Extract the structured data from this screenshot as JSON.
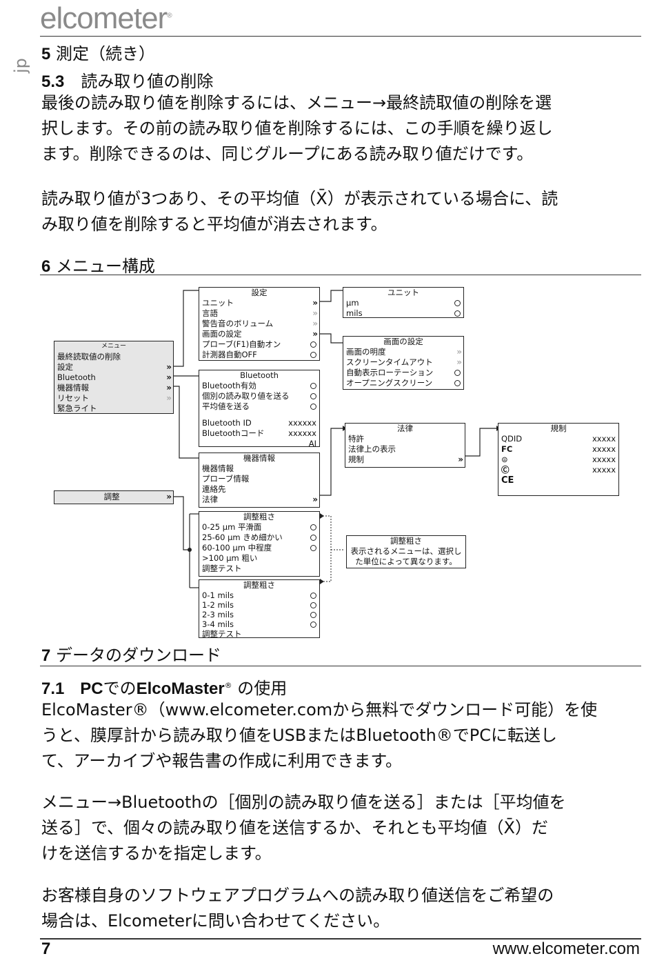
{
  "brand": {
    "logo": "elcometer",
    "reg": "®",
    "lang_tab": "jp"
  },
  "header": {
    "section_num": "5",
    "section_title": " 測定（続き）"
  },
  "s53": {
    "num": "5.3",
    "title": "　読み取り値の削除",
    "para1": [
      "最後の読み取り値を削除するには、メニュー→最終読取値の削除を選",
      "択します。その前の読み取り値を削除するには、この手順を繰り返し",
      "ます。削除できるのは、同じグループにある読み取り値だけです。"
    ],
    "para2": [
      "読み取り値が3つあり、その平均値（X̄）が表示されている場合に、読",
      "み取り値を削除すると平均値が消去されます。"
    ]
  },
  "s6": {
    "num": "6",
    "title": " メニュー構成"
  },
  "menu": {
    "main": {
      "title": "メニュー",
      "items": [
        "最終読取値の削除",
        "設定",
        "Bluetooth",
        "機器情報",
        "リセット",
        "緊急ライト"
      ]
    },
    "adjust": {
      "title": "調整"
    },
    "settings": {
      "title": "設定",
      "items": [
        "ユニット",
        "言語",
        "警告音のボリューム",
        "画面の設定",
        "プローブ(F1)自動オン",
        "計測器自動OFF"
      ]
    },
    "units": {
      "title": "ユニット",
      "items": [
        "μm",
        "mils"
      ]
    },
    "display": {
      "title": "画面の設定",
      "items": [
        "画面の明度",
        "スクリーンタイムアウト",
        "自動表示ローテーション",
        "オープニングスクリーン"
      ]
    },
    "bluetooth": {
      "title": "Bluetooth",
      "items": [
        "Bluetooth有効",
        "個別の読み取り値を送る",
        "平均値を送る"
      ],
      "id_label": "Bluetooth ID",
      "id_value": "xxxxxx",
      "code_label": "Bluetoothコード",
      "code_value": "xxxxxx",
      "code_ai": "AI"
    },
    "instrument": {
      "title": "機器情報",
      "items": [
        "機器情報",
        "プローブ情報",
        "連絡先",
        "法律"
      ]
    },
    "legal": {
      "title": "法律",
      "items": [
        "特許",
        "法律上の表示",
        "規制"
      ]
    },
    "regulatory": {
      "title": "規制",
      "items": [
        {
          "label": "QDID",
          "value": "xxxxx"
        },
        {
          "label": "FC",
          "value": "xxxxx"
        },
        {
          "label": "⊜",
          "value": "xxxxx"
        },
        {
          "label": "Ⓒ",
          "value": "xxxxx"
        },
        {
          "label": "CE",
          "value": ""
        }
      ]
    },
    "rough_um": {
      "title": "調整粗さ",
      "items": [
        {
          "label": "0-25 μm",
          "desc": "平滑面"
        },
        {
          "label": "25-60 μm",
          "desc": "きめ細かい"
        },
        {
          "label": "60-100 μm",
          "desc": "中程度"
        },
        {
          "label": ">100 μm",
          "desc": "粗い"
        }
      ],
      "test": "調整テスト"
    },
    "rough_mils": {
      "title": "調整粗さ",
      "items": [
        "0-1 mils",
        "1-2 mils",
        "2-3 mils",
        "3-4 mils"
      ],
      "test": "調整テスト"
    },
    "note": {
      "title": "調整粗さ",
      "text1": "表示されるメニューは、選択し",
      "text2": "た単位によって異なります。"
    }
  },
  "s7": {
    "num": "7",
    "title": " データのダウンロード"
  },
  "s71": {
    "num": "7.1",
    "title_pc": "PC",
    "title_de": "での",
    "title_em": "ElcoMaster",
    "title_rest": " の使用",
    "para1": [
      "ElcoMaster®（www.elcometer.comから無料でダウンロード可能）を使",
      "うと、膜厚計から読み取り値をUSBまたはBluetooth®でPCに転送し",
      "て、アーカイブや報告書の作成に利用できます。"
    ],
    "para2": [
      "メニュー→Bluetoothの［個別の読み取り値を送る］または［平均値を",
      "送る］で、個々の読み取り値を送信するか、それとも平均値（X̄）だ",
      "けを送信するかを指定します。"
    ],
    "para3": [
      "お客様自身のソフトウェアプログラムへの読み取り値送信をご希望の",
      "場合は、Elcometerに問い合わせてください。"
    ]
  },
  "footer": {
    "page": "7",
    "url": "www.elcometer.com"
  }
}
